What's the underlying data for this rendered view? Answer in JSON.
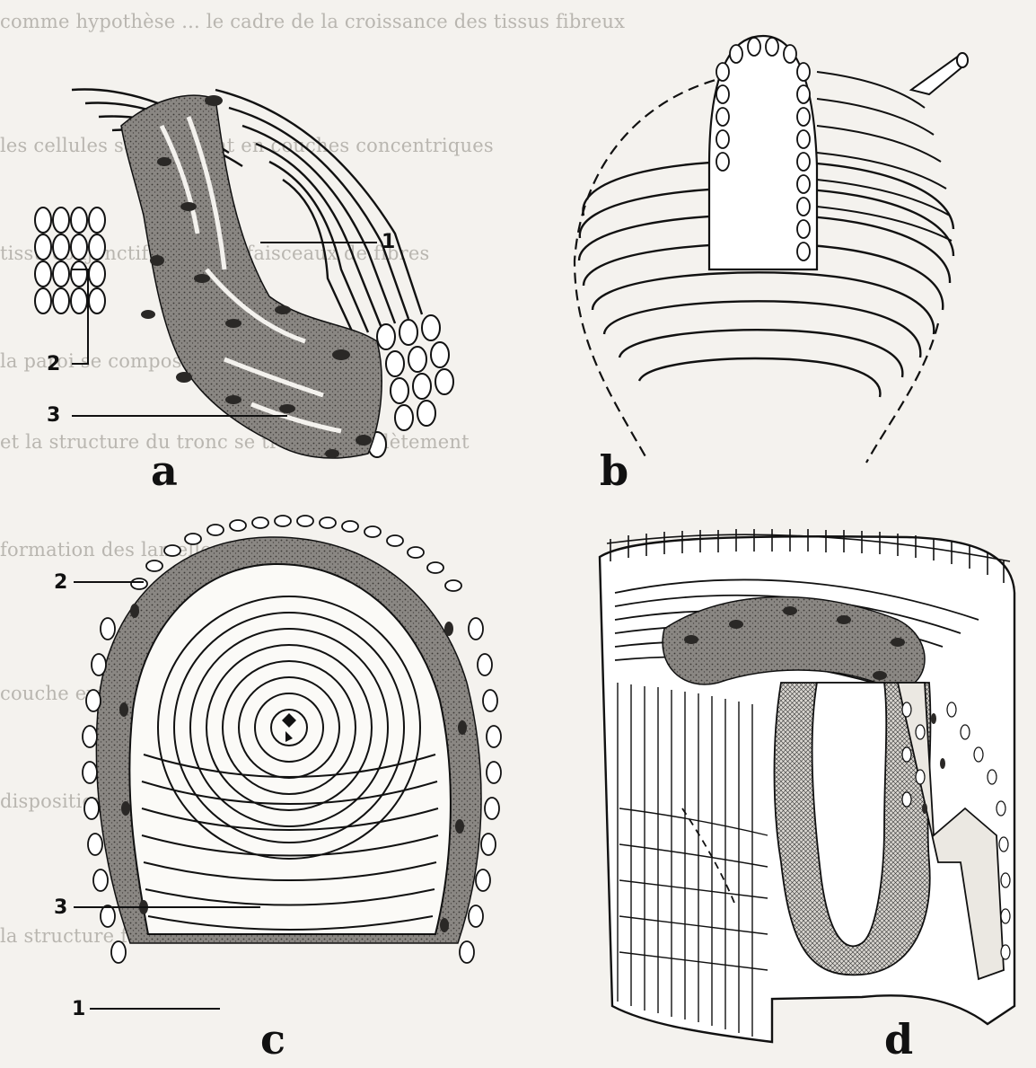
{
  "figure": {
    "panels": [
      {
        "id": "a",
        "letter": "a",
        "callouts": [
          "1",
          "2",
          "3"
        ]
      },
      {
        "id": "b",
        "letter": "b",
        "callouts": []
      },
      {
        "id": "c",
        "letter": "c",
        "callouts": [
          "2",
          "3",
          "1"
        ]
      },
      {
        "id": "d",
        "letter": "d",
        "callouts": []
      }
    ]
  },
  "background_text": [
    "comme hypothèse ... le cadre de la croissance des tissus fibreux",
    "les cellules se disposent en couches concentriques",
    "tissu conjonctif entre les faisceaux de fibres",
    "la paroi se compose de lamelles",
    "et la structure du tronc se trouve complètement",
    "formation des lamelles en couches",
    "couche externe et couche interne",
    "disposition en strates",
    "la structure feuilletée"
  ],
  "colors": {
    "ink": "#111111",
    "paper": "#f4f2ee",
    "faint_text": "#b9b6b0",
    "stipple": "#6d6a66"
  }
}
